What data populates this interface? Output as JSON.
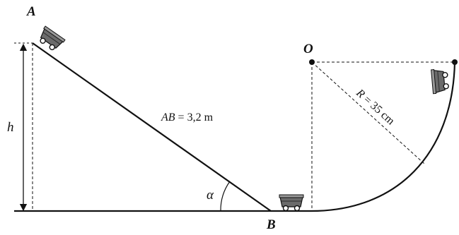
{
  "points": {
    "A": "A",
    "B": "B",
    "O": "O"
  },
  "labels": {
    "height": "h",
    "angle": "α",
    "ab_prefix": "AB",
    "ab_value": " = 3,2 m",
    "r_prefix": "R",
    "r_value": " = 35 cm"
  },
  "colors": {
    "line": "#111111",
    "cart_body": "#555555",
    "cart_light": "#9a9a9a"
  }
}
